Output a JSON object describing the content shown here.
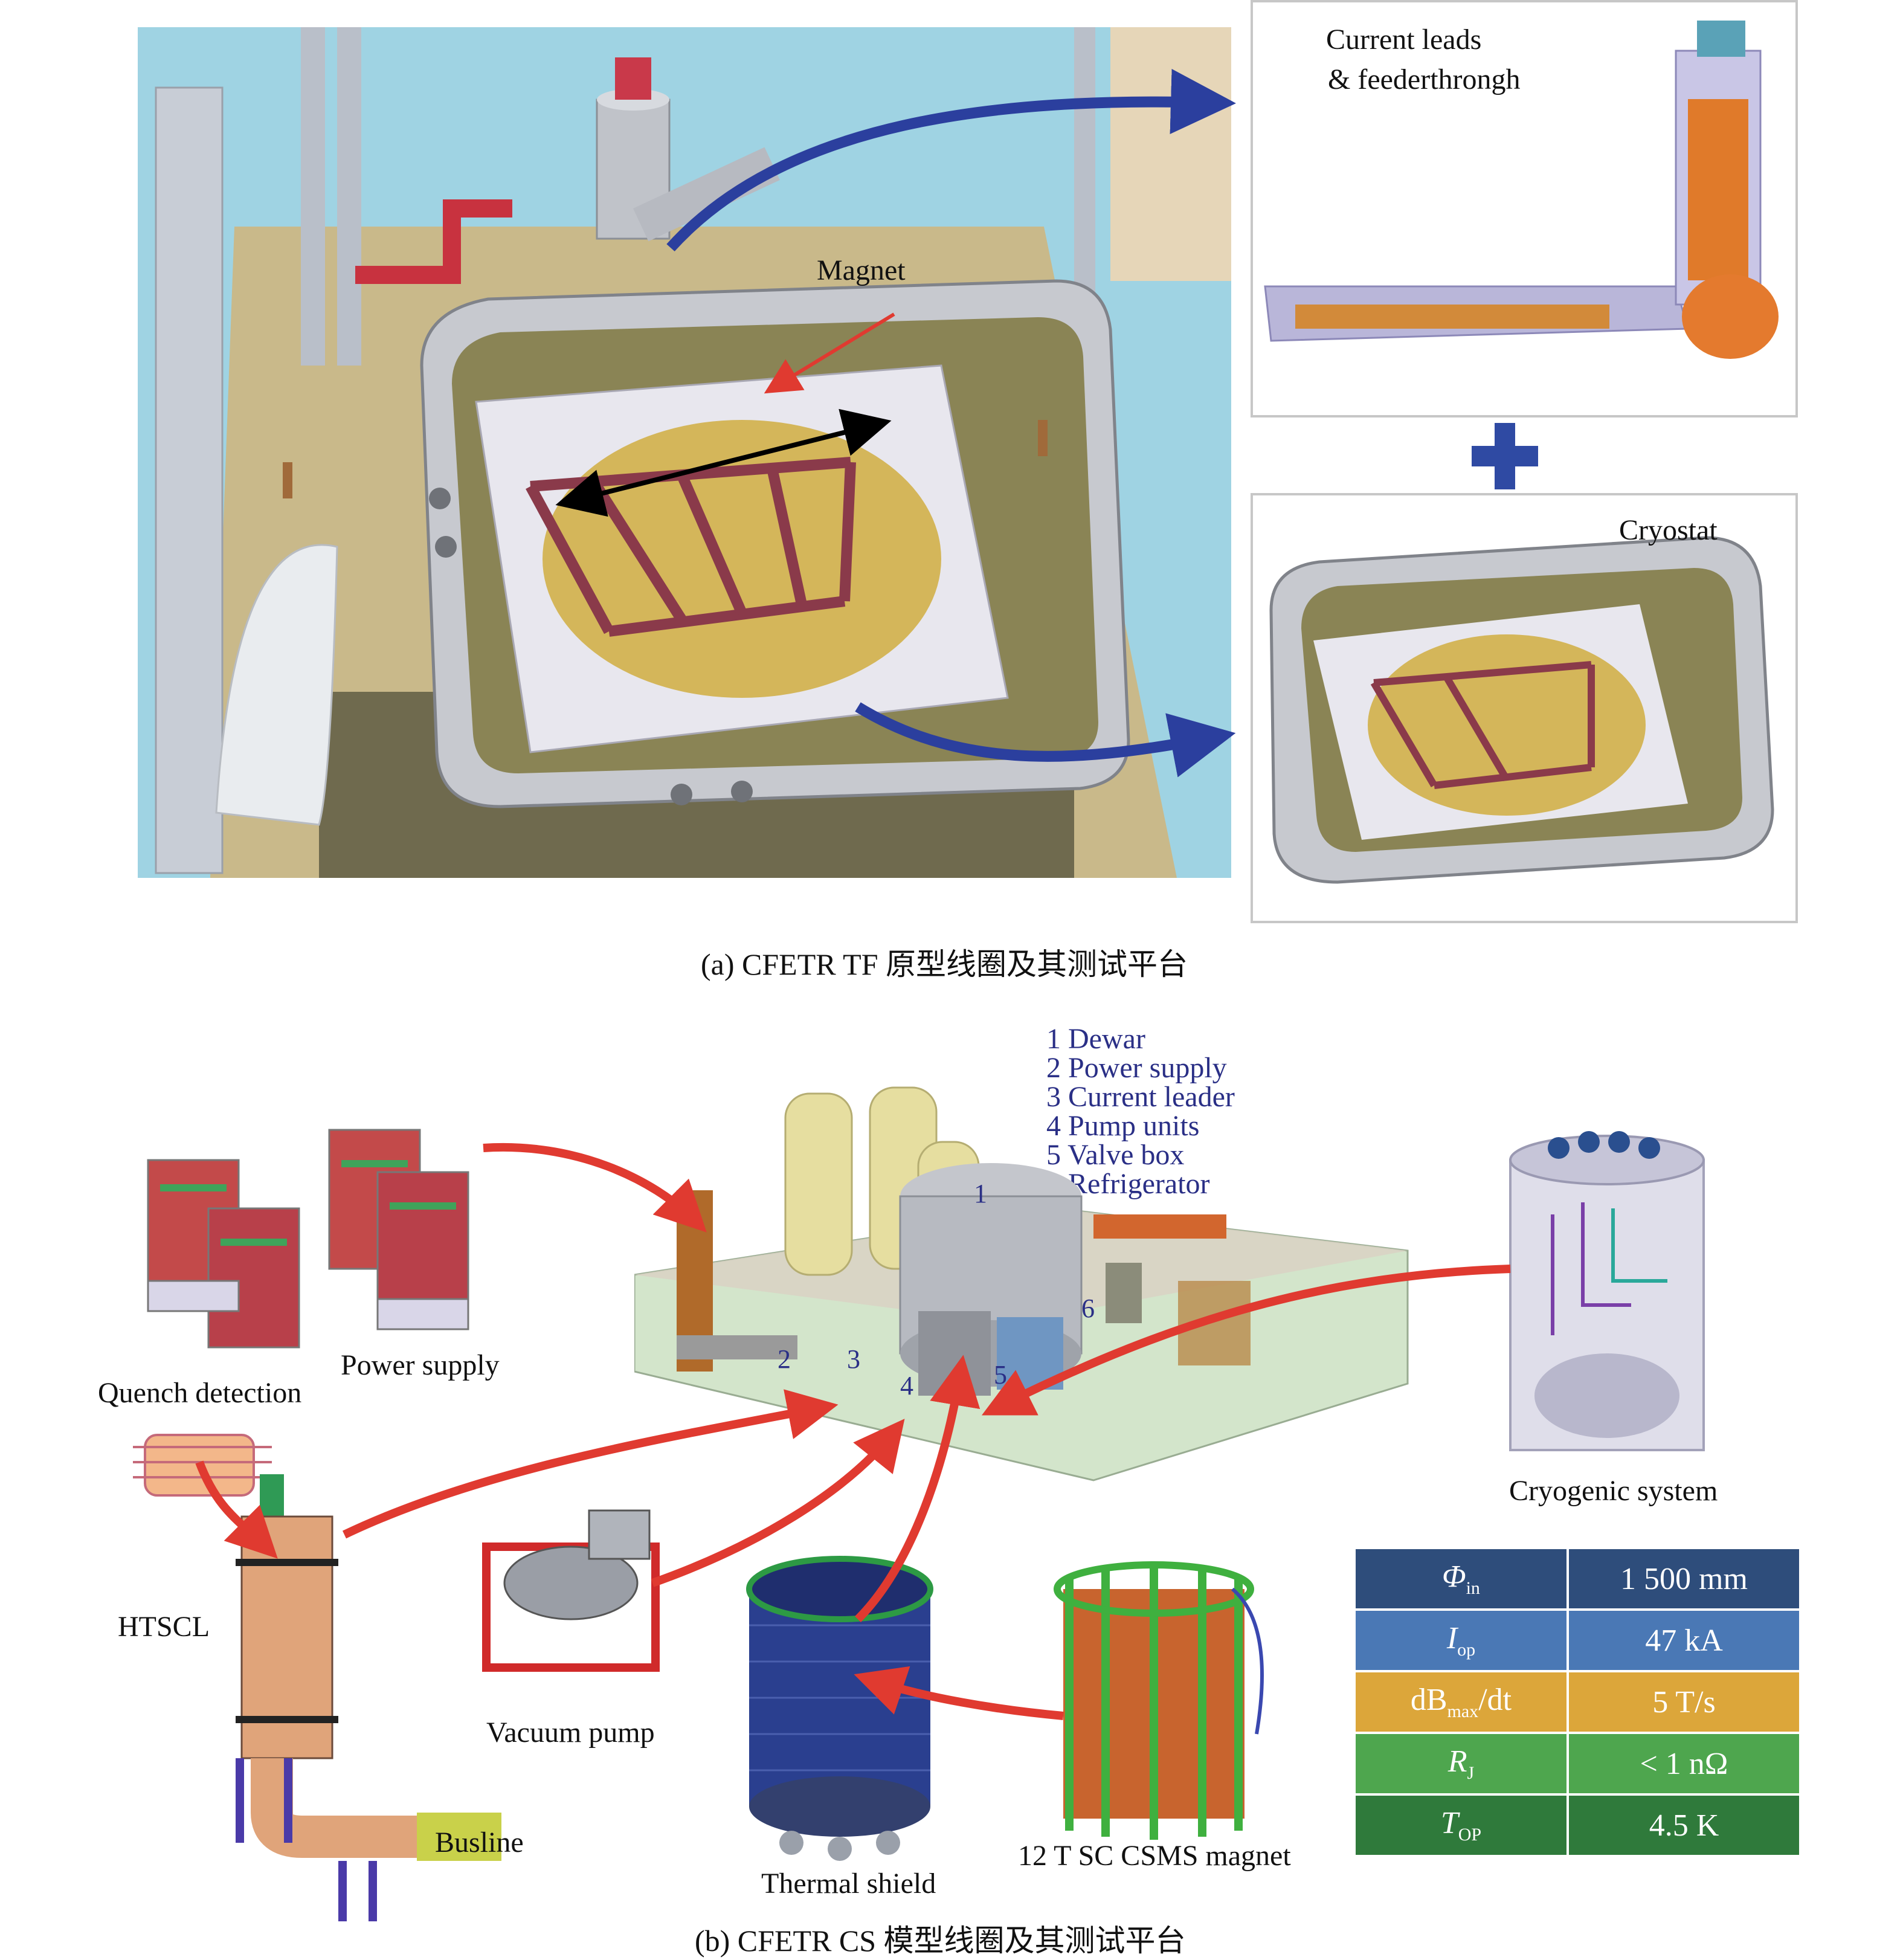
{
  "panel_a": {
    "labels": {
      "current_leads": "Current leads",
      "feedthrough": "& feederthrongh",
      "magnet": "Magnet",
      "cryostat": "Cryostat"
    },
    "caption": "(a) CFETR TF 原型线圈及其测试平台"
  },
  "panel_b": {
    "legend": [
      "1 Dewar",
      "2 Power supply",
      "3 Current leader",
      "4 Pump units",
      "5 Valve box",
      "6 Refrigerator"
    ],
    "markers": [
      "1",
      "2",
      "3",
      "4",
      "5",
      "6"
    ],
    "labels": {
      "power_supply": "Power supply",
      "quench_detection": "Quench detection",
      "htscl": "HTSCL",
      "busline": "Busline",
      "vacuum_pump": "Vacuum pump",
      "thermal_shield": "Thermal shield",
      "csms_magnet": "12 T SC CSMS magnet",
      "cryogenic_system": "Cryogenic system"
    },
    "param_table": [
      {
        "symbol": "Φ",
        "sub": "in",
        "value": "1 500 mm",
        "color": "#2e4d7b"
      },
      {
        "symbol": "I",
        "sub": "op",
        "value": "47 kA",
        "color": "#4a78b5"
      },
      {
        "symbol": "dB",
        "sub": "max",
        "suffix": "/dt",
        "value": "5 T/s",
        "color": "#dca63a"
      },
      {
        "symbol": "R",
        "sub": "J",
        "value": "< 1 nΩ",
        "color": "#4ea64e"
      },
      {
        "symbol": "T",
        "sub": "OP",
        "value": "4.5 K",
        "color": "#2f7a3b"
      }
    ],
    "caption": "(b) CFETR CS 模型线圈及其测试平台"
  },
  "colors": {
    "arrow_blue": "#2b3f9e",
    "arrow_red": "#e03a30",
    "plus_blue": "#2f4aa3",
    "legend_text": "#2a2f86"
  }
}
